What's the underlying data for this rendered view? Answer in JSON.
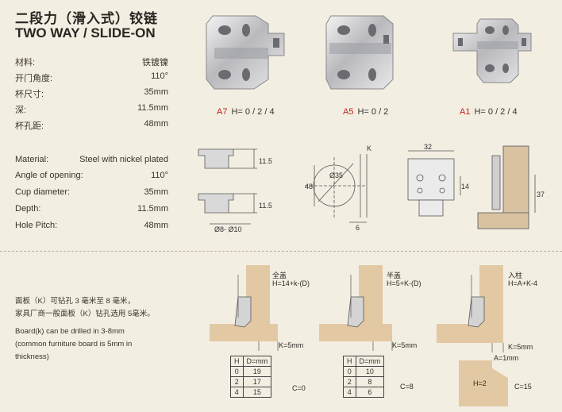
{
  "title": {
    "cn": "二段力（滑入式）铰链",
    "en": "TWO WAY / SLIDE-ON"
  },
  "specs_cn": [
    {
      "label": "材料:",
      "value": "铁镀镍"
    },
    {
      "label": "开门角度:",
      "value": "110°"
    },
    {
      "label": "杯尺寸:",
      "value": "35mm"
    },
    {
      "label": "深:",
      "value": "11.5mm"
    },
    {
      "label": "杯孔距:",
      "value": "48mm"
    }
  ],
  "specs_en": [
    {
      "label": "Material:",
      "value": "Steel with nickel plated"
    },
    {
      "label": "Angle of opening:",
      "value": "110°"
    },
    {
      "label": "Cup diameter:",
      "value": "35mm"
    },
    {
      "label": "Depth:",
      "value": "11.5mm"
    },
    {
      "label": "Hole Pitch:",
      "value": "48mm"
    }
  ],
  "models": [
    {
      "code": "A7",
      "h": "H= 0 / 2 / 4"
    },
    {
      "code": "A5",
      "h": "H= 0 / 2"
    },
    {
      "code": "A1",
      "h": "H= 0 / 2 / 4"
    }
  ],
  "dims": {
    "d115a": "11.5",
    "d115b": "11.5",
    "d810": "Ø8- Ø10",
    "d35": "Ø35",
    "d48": "48",
    "k": "K",
    "d6": "6",
    "d32": "32",
    "d14": "14",
    "d37": "37"
  },
  "note": {
    "cn1": "面板（K）可钻孔 3 毫米至 8 毫米，",
    "cn2": "家具厂商一般面板（K）钻孔选用 5毫米。",
    "en1": "Board(k) can be drilled in 3-8mm",
    "en2": "(common furniture board is 5mm in",
    "en3": "thickness)"
  },
  "diagrams": [
    {
      "title": "全盖",
      "formula": "H=14+k-(D)",
      "k": "K=5mm",
      "c": "C=0",
      "header": [
        "H",
        "D=mm"
      ],
      "rows": [
        [
          "0",
          "19"
        ],
        [
          "2",
          "17"
        ],
        [
          "4",
          "15"
        ]
      ]
    },
    {
      "title": "半盖",
      "formula": "H=5+K-(D)",
      "k": "K=5mm",
      "c": "C=8",
      "header": [
        "H",
        "D=mm"
      ],
      "rows": [
        [
          "0",
          "10"
        ],
        [
          "2",
          "8"
        ],
        [
          "4",
          "6"
        ]
      ]
    },
    {
      "title": "入柱",
      "formula": "H=A+K-4",
      "k": "K=5mm",
      "a": "A=1mm",
      "h": "H=2",
      "c": "C=15"
    }
  ],
  "colors": {
    "accent": "#c8201e",
    "background": "#f3eee2",
    "wood": "#e3c9a3"
  }
}
